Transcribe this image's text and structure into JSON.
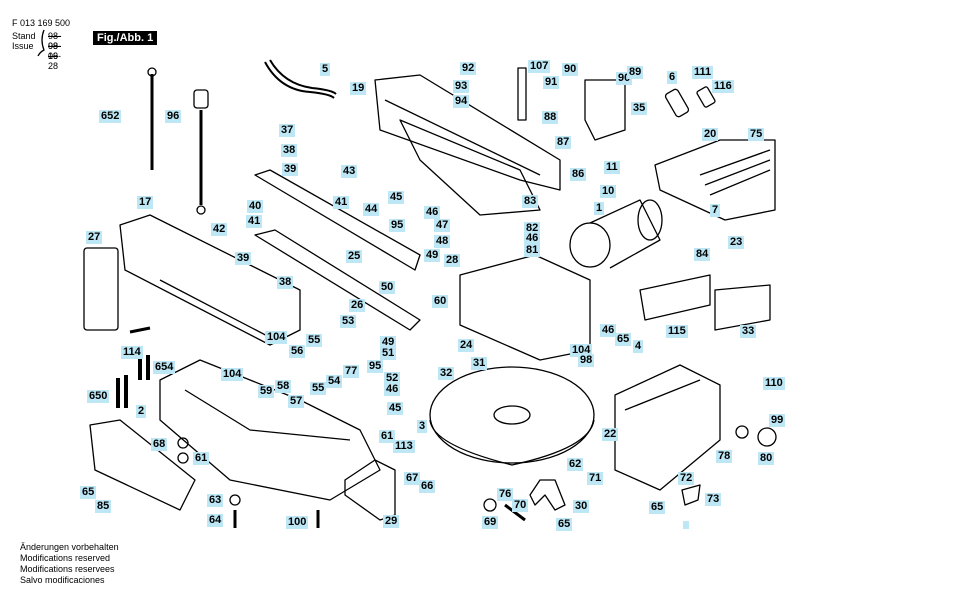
{
  "header": {
    "part_number": "F 013 169 500",
    "stand_label": "Stand",
    "stand_date": "98-09-16",
    "issue_label": "Issue",
    "issue_date": "98-09-28",
    "figure_label": "Fig./Abb. 1"
  },
  "callouts": [
    {
      "id": "c5",
      "text": "5"
    },
    {
      "id": "c19",
      "text": "19"
    },
    {
      "id": "c652",
      "text": "652"
    },
    {
      "id": "c96",
      "text": "96"
    },
    {
      "id": "c37",
      "text": "37"
    },
    {
      "id": "c38a",
      "text": "38"
    },
    {
      "id": "c39a",
      "text": "39"
    },
    {
      "id": "c43",
      "text": "43"
    },
    {
      "id": "c44",
      "text": "44"
    },
    {
      "id": "c17",
      "text": "17"
    },
    {
      "id": "c40",
      "text": "40"
    },
    {
      "id": "c41a",
      "text": "41"
    },
    {
      "id": "c41b",
      "text": "41"
    },
    {
      "id": "c42",
      "text": "42"
    },
    {
      "id": "c27",
      "text": "27"
    },
    {
      "id": "c39b",
      "text": "39"
    },
    {
      "id": "c38b",
      "text": "38"
    },
    {
      "id": "c25",
      "text": "25"
    },
    {
      "id": "c45a",
      "text": "45"
    },
    {
      "id": "c46a",
      "text": "46"
    },
    {
      "id": "c95a",
      "text": "95"
    },
    {
      "id": "c47",
      "text": "47"
    },
    {
      "id": "c48",
      "text": "48"
    },
    {
      "id": "c49a",
      "text": "49"
    },
    {
      "id": "c28",
      "text": "28"
    },
    {
      "id": "c92",
      "text": "92"
    },
    {
      "id": "c107",
      "text": "107"
    },
    {
      "id": "c90a",
      "text": "90"
    },
    {
      "id": "c90b",
      "text": "90"
    },
    {
      "id": "c89",
      "text": "89"
    },
    {
      "id": "c93",
      "text": "93"
    },
    {
      "id": "c91",
      "text": "91"
    },
    {
      "id": "c94",
      "text": "94"
    },
    {
      "id": "c35",
      "text": "35"
    },
    {
      "id": "c88",
      "text": "88"
    },
    {
      "id": "c87",
      "text": "87"
    },
    {
      "id": "c86",
      "text": "86"
    },
    {
      "id": "c6",
      "text": "6"
    },
    {
      "id": "c111",
      "text": "111"
    },
    {
      "id": "c116",
      "text": "116"
    },
    {
      "id": "c20",
      "text": "20"
    },
    {
      "id": "c75",
      "text": "75"
    },
    {
      "id": "c11",
      "text": "11"
    },
    {
      "id": "c10",
      "text": "10"
    },
    {
      "id": "c83",
      "text": "83"
    },
    {
      "id": "c1",
      "text": "1"
    },
    {
      "id": "c82",
      "text": "82"
    },
    {
      "id": "c46b",
      "text": "46"
    },
    {
      "id": "c81",
      "text": "81"
    },
    {
      "id": "c7",
      "text": "7"
    },
    {
      "id": "c23",
      "text": "23"
    },
    {
      "id": "c84",
      "text": "84"
    },
    {
      "id": "c50",
      "text": "50"
    },
    {
      "id": "c26",
      "text": "26"
    },
    {
      "id": "c60",
      "text": "60"
    },
    {
      "id": "c46c",
      "text": "46"
    },
    {
      "id": "c65a",
      "text": "65"
    },
    {
      "id": "c115",
      "text": "115"
    },
    {
      "id": "c33",
      "text": "33"
    },
    {
      "id": "c114",
      "text": "114"
    },
    {
      "id": "c104a",
      "text": "104"
    },
    {
      "id": "c55a",
      "text": "55"
    },
    {
      "id": "c53",
      "text": "53"
    },
    {
      "id": "c49b",
      "text": "49"
    },
    {
      "id": "c24",
      "text": "24"
    },
    {
      "id": "c51",
      "text": "51"
    },
    {
      "id": "c104b",
      "text": "104"
    },
    {
      "id": "c98",
      "text": "98"
    },
    {
      "id": "c4",
      "text": "4"
    },
    {
      "id": "c654",
      "text": "654"
    },
    {
      "id": "c104c",
      "text": "104"
    },
    {
      "id": "c56",
      "text": "56"
    },
    {
      "id": "c58",
      "text": "58"
    },
    {
      "id": "c59",
      "text": "59"
    },
    {
      "id": "c57",
      "text": "57"
    },
    {
      "id": "c55b",
      "text": "55"
    },
    {
      "id": "c54",
      "text": "54"
    },
    {
      "id": "c77",
      "text": "77"
    },
    {
      "id": "c95b",
      "text": "95"
    },
    {
      "id": "c52",
      "text": "52"
    },
    {
      "id": "c46d",
      "text": "46"
    },
    {
      "id": "c45b",
      "text": "45"
    },
    {
      "id": "c31",
      "text": "31"
    },
    {
      "id": "c32",
      "text": "32"
    },
    {
      "id": "c650",
      "text": "650"
    },
    {
      "id": "c2",
      "text": "2"
    },
    {
      "id": "c3",
      "text": "3"
    },
    {
      "id": "c110",
      "text": "110"
    },
    {
      "id": "c99",
      "text": "99"
    },
    {
      "id": "c22",
      "text": "22"
    },
    {
      "id": "c78",
      "text": "78"
    },
    {
      "id": "c80",
      "text": "80"
    },
    {
      "id": "c68",
      "text": "68"
    },
    {
      "id": "c61a",
      "text": "61"
    },
    {
      "id": "c61b",
      "text": "61"
    },
    {
      "id": "c113",
      "text": "113"
    },
    {
      "id": "c62",
      "text": "62"
    },
    {
      "id": "c71",
      "text": "71"
    },
    {
      "id": "c72",
      "text": "72"
    },
    {
      "id": "c73",
      "text": "73"
    },
    {
      "id": "c65b",
      "text": "65"
    },
    {
      "id": "c67",
      "text": "67"
    },
    {
      "id": "c66",
      "text": "66"
    },
    {
      "id": "c76",
      "text": "76"
    },
    {
      "id": "c70",
      "text": "70"
    },
    {
      "id": "c30",
      "text": "30"
    },
    {
      "id": "c69",
      "text": "69"
    },
    {
      "id": "c65c",
      "text": "65"
    },
    {
      "id": "c65d",
      "text": "65"
    },
    {
      "id": "c85",
      "text": "85"
    },
    {
      "id": "c63",
      "text": "63"
    },
    {
      "id": "c64",
      "text": "64"
    },
    {
      "id": "c100",
      "text": "100"
    },
    {
      "id": "c29",
      "text": "29"
    }
  ],
  "footer": [
    "Änderungen vorbehalten",
    "Modifications reserved",
    "Modifications reservees",
    "Salvo modificaciones"
  ]
}
